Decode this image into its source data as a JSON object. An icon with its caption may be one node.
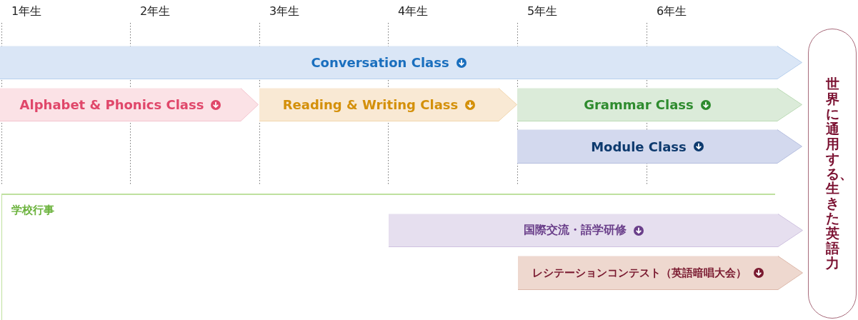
{
  "diagram": {
    "nodes": [
      {
        "text": [
          "Conversation Class"
        ]
      },
      {
        "text": [
          "Alphabet & Phonics Class"
        ]
      },
      {
        "text": [
          "Reading & Writing Class"
        ]
      },
      {
        "text": [
          "Grammar Class"
        ]
      },
      {
        "text": [
          "Module Class"
        ]
      },
      {
        "text": [
          "学校行事"
        ]
      },
      {
        "text": [
          "国際交流・語学研修"
        ],
        "in": 5
      },
      {
        "text": [
          "レシテーションコンテスト（英語暗唱大会）"
        ],
        "in": 5
      },
      {
        "text": [
          "世界に通用する、生きた英語力"
        ]
      }
    ],
    "labels": [
      "1年生",
      "2年生",
      "3年生",
      "4年生",
      "5年生",
      "6年生"
    ]
  }
}
